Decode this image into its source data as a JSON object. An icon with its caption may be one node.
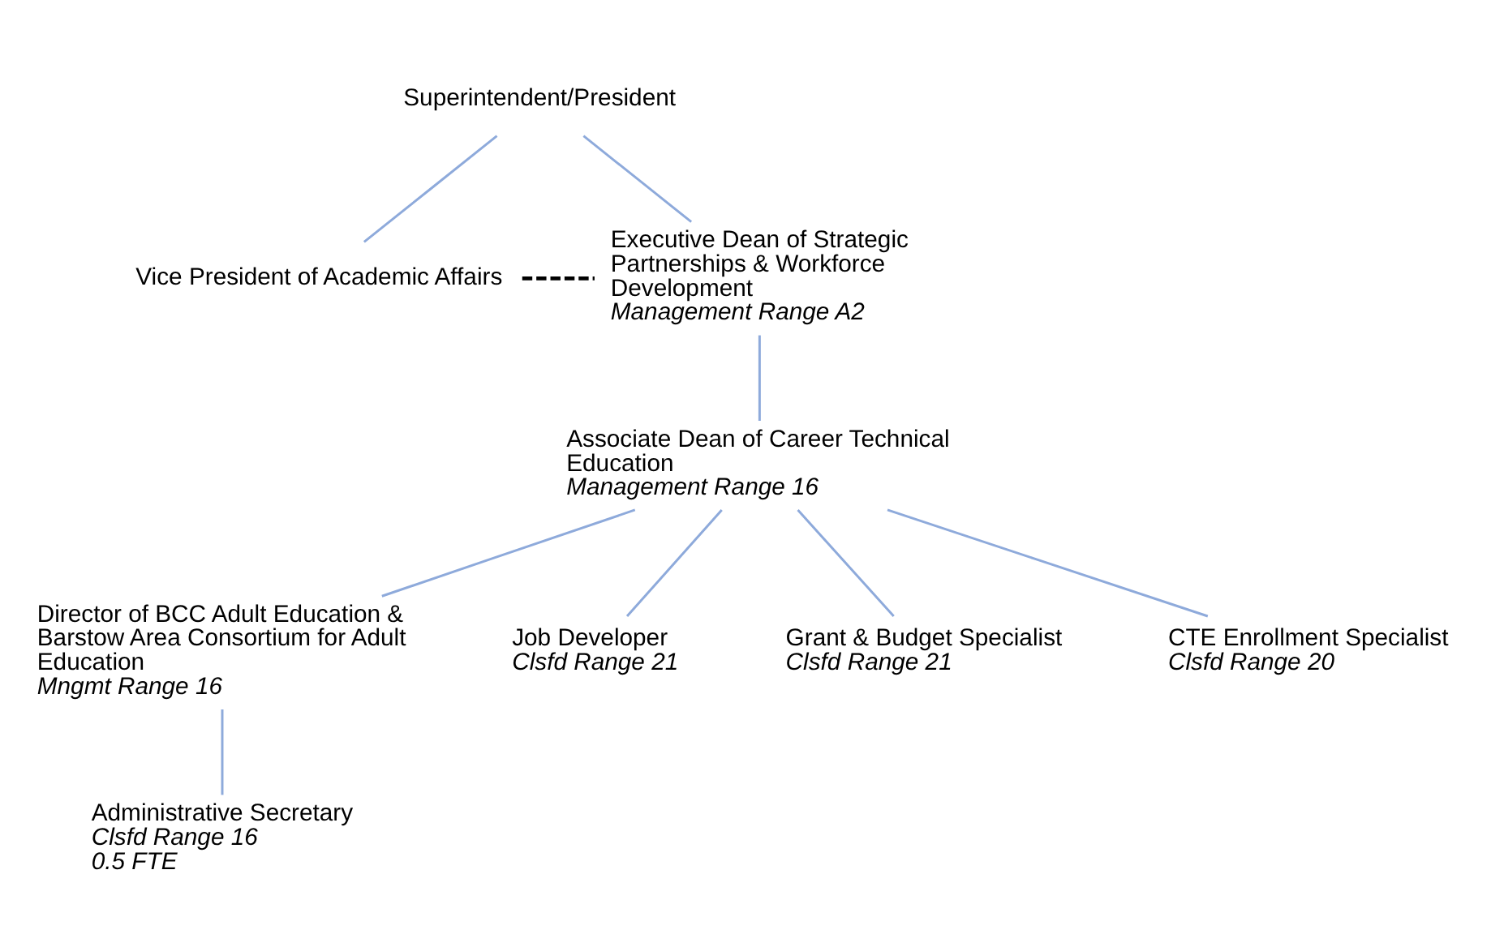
{
  "diagram": {
    "nodes": [
      {
        "text": [
          "Superintendent/President"
        ]
      },
      {
        "text": [
          "Vice President of Academic Affairs"
        ]
      },
      {
        "text": [
          "Executive Dean of Strategic Partnerships & Workforce Development",
          "Management Range A2"
        ]
      },
      {
        "text": [
          "Associate Dean of Career Technical Education",
          "Management Range 16"
        ]
      },
      {
        "text": [
          "Director of BCC Adult Education & Barstow Area Consortium for Adult Education",
          "Mngmt Range 16"
        ]
      },
      {
        "text": [
          "Job Developer",
          "Clsfd Range 21"
        ]
      },
      {
        "text": [
          "Grant & Budget Specialist",
          "Clsfd Range 21"
        ]
      },
      {
        "text": [
          "CTE Enrollment Specialist",
          "Clsfd Range 20"
        ]
      },
      {
        "text": [
          "Administrative Secretary",
          "Clsfd Range 16",
          "0.5 FTE"
        ]
      }
    ],
    "edges": [
      {
        "from": 0,
        "to": 1,
        "arrow": "none"
      },
      {
        "from": 0,
        "to": 2,
        "arrow": "none"
      },
      {
        "from": 1,
        "to": 2,
        "arrow": "none",
        "style": "dashed",
        "color": "#000000"
      },
      {
        "from": 2,
        "to": 3,
        "arrow": "none"
      },
      {
        "from": 3,
        "to": 4,
        "arrow": "none"
      },
      {
        "from": 3,
        "to": 5,
        "arrow": "none"
      },
      {
        "from": 3,
        "to": 6,
        "arrow": "none"
      },
      {
        "from": 3,
        "to": 7,
        "arrow": "none"
      },
      {
        "from": 4,
        "to": 8,
        "arrow": "none"
      }
    ]
  }
}
